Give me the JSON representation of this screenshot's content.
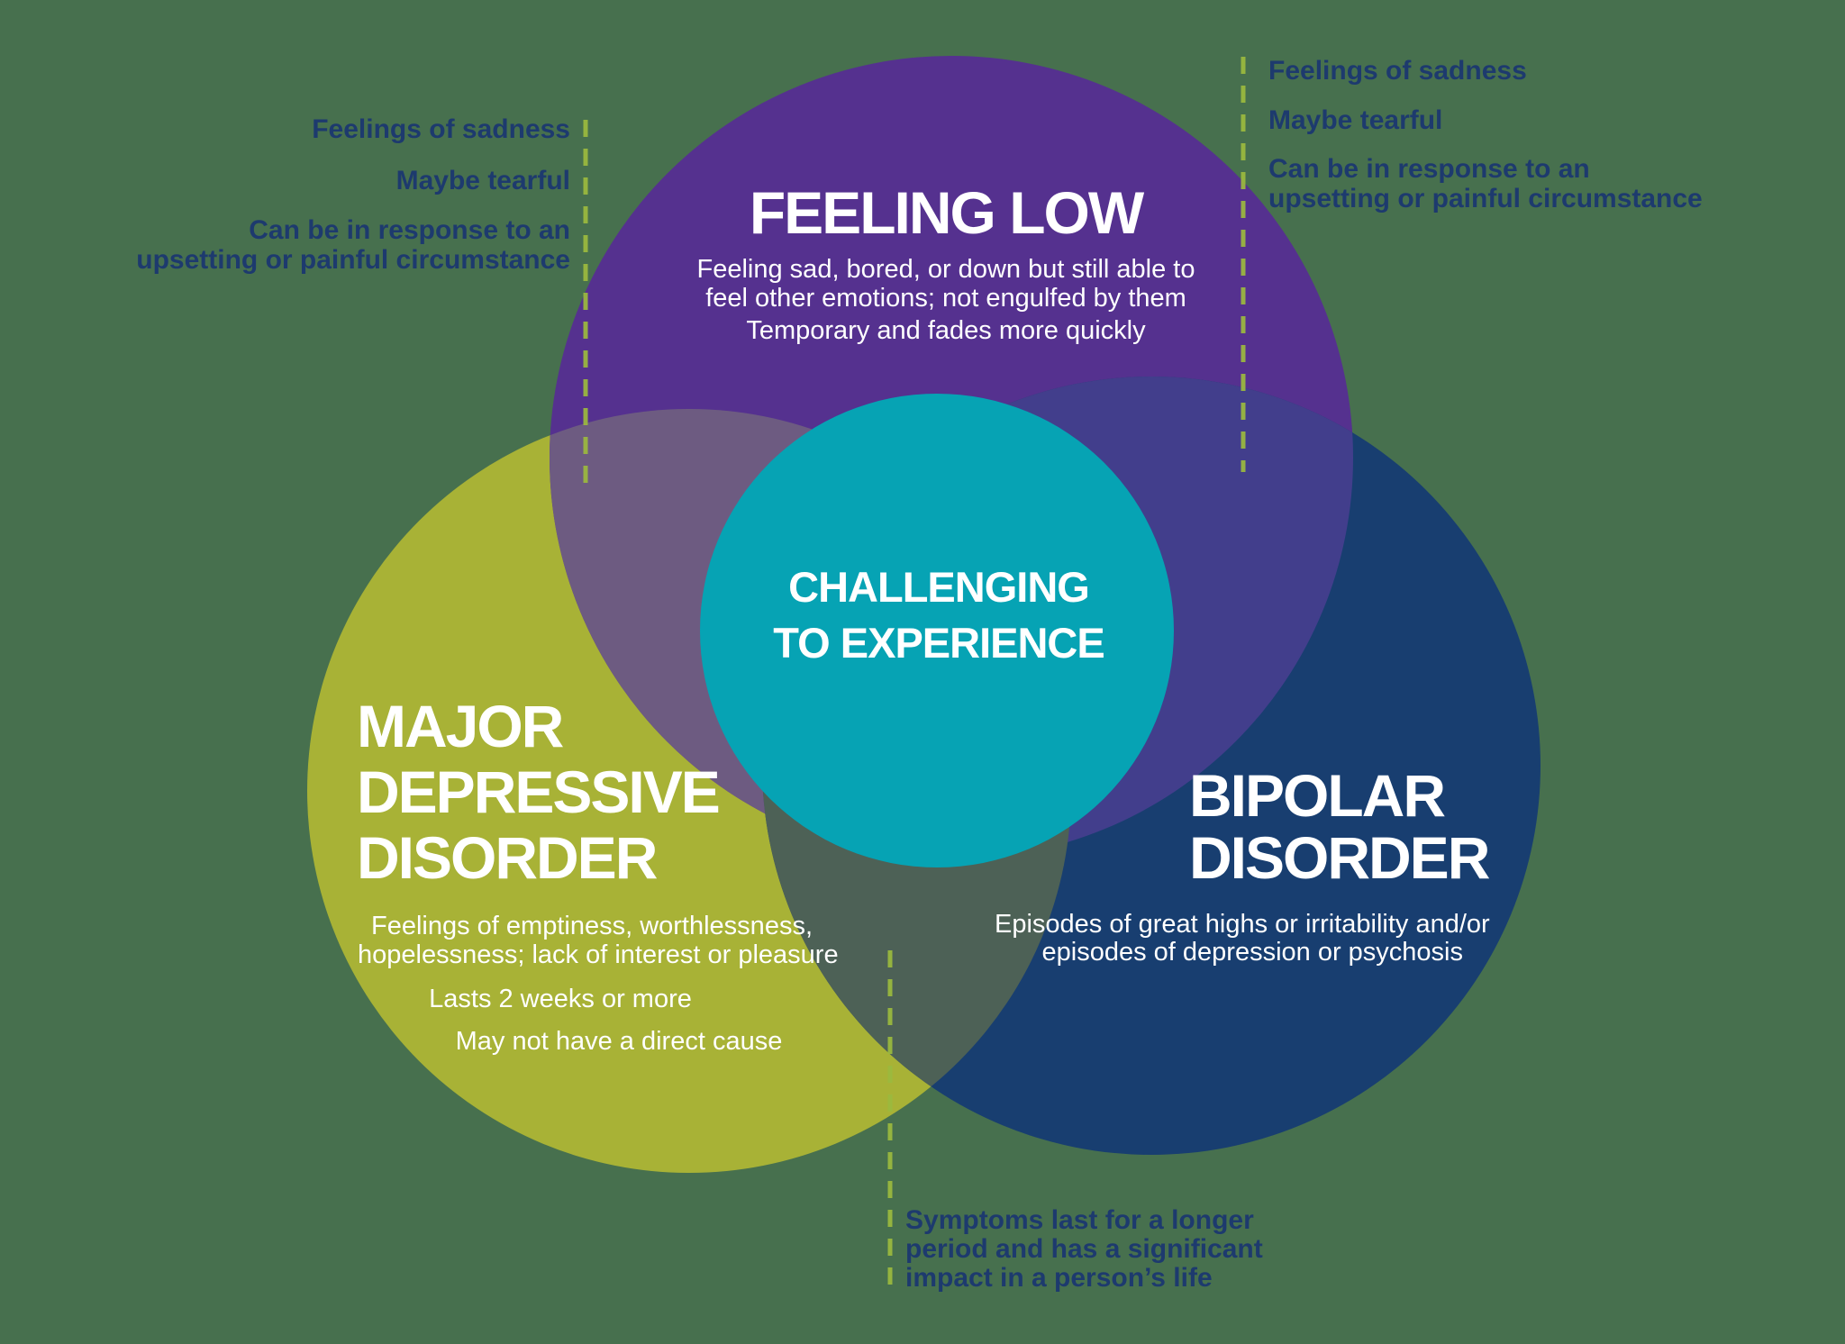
{
  "diagram_title": "Feeling low vs major depressive disorder vs bipolar disorder Venn diagram",
  "colors": {
    "background": "#47704e",
    "purple_circle": "#55318f",
    "olive_circle": "#a8b236",
    "blue_circle": "#183e70",
    "teal_circle": "#06a3b4",
    "overlap_purple_olive": "#6d5b81",
    "overlap_purple_blue": "#423e8c",
    "overlap_olive_blue": "#4d6156",
    "annotation_text": "#1d3a6e",
    "circle_text": "#ffffff",
    "dashed_line": "#9cba3e"
  },
  "circles": {
    "feeling_low": {
      "title": "FEELING LOW",
      "desc": [
        "Feeling sad, bored, or down but still able to",
        "feel other emotions; not engulfed by them"
      ],
      "note": "Temporary and fades more quickly"
    },
    "major_depressive_disorder": {
      "title": [
        "MAJOR",
        "DEPRESSIVE",
        "DISORDER"
      ],
      "desc": [
        "Feelings of emptiness, worthlessness,",
        "hopelessness; lack of interest or pleasure"
      ],
      "point_1": "Lasts 2 weeks or more",
      "point_2": "May not have a direct cause"
    },
    "bipolar_disorder": {
      "title": [
        "BIPOLAR",
        "DISORDER"
      ],
      "desc": [
        "Episodes of great highs or irritability and/or",
        "episodes of depression or psychosis"
      ]
    },
    "center_overlap": {
      "title": [
        "CHALLENGING",
        "TO EXPERIENCE"
      ]
    }
  },
  "annotations": {
    "left": {
      "item_1": "Feelings of sadness",
      "item_2": "Maybe tearful",
      "item_3": [
        "Can be in response to an",
        "upsetting or painful circumstance"
      ]
    },
    "right": {
      "item_1": "Feelings of sadness",
      "item_2": "Maybe tearful",
      "item_3": [
        "Can be in response to an",
        "upsetting or painful circumstance"
      ]
    },
    "bottom": {
      "lines": [
        "Symptoms last for a longer",
        "period and has a significant",
        "impact in a person’s life"
      ]
    }
  }
}
